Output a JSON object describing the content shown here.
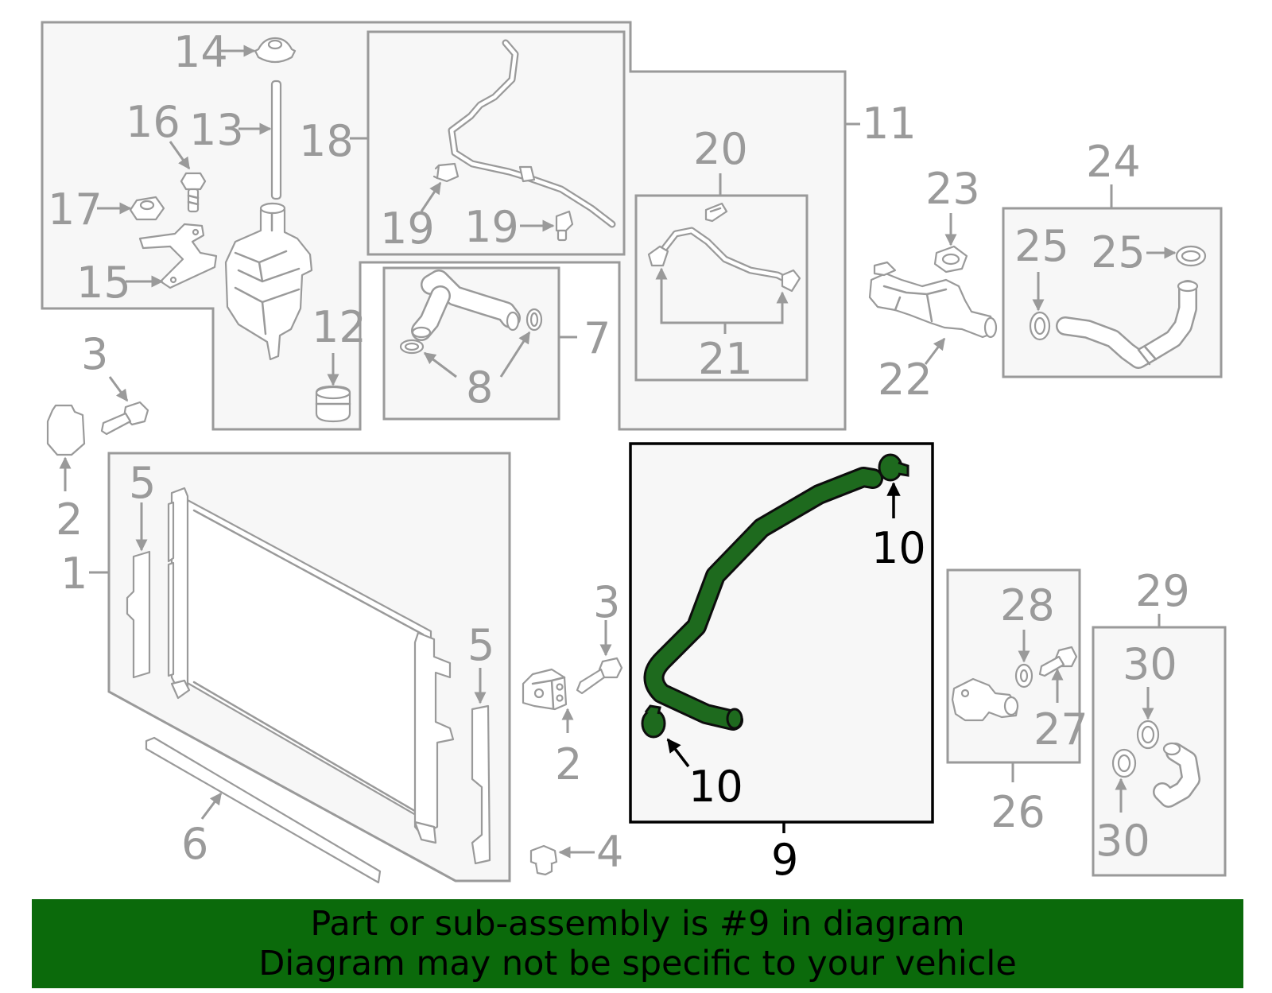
{
  "colors": {
    "highlight": "#1e6a1e",
    "banner_bg": "#0b6a0b",
    "part_outline": "#9a9a9a",
    "box_fill": "#f7f7f7"
  },
  "callouts": {
    "c1": "1",
    "c2a": "2",
    "c2b": "2",
    "c3a": "3",
    "c3b": "3",
    "c4": "4",
    "c5a": "5",
    "c5b": "5",
    "c6": "6",
    "c7": "7",
    "c8": "8",
    "c9": "9",
    "c10a": "10",
    "c10b": "10",
    "c11": "11",
    "c12": "12",
    "c13": "13",
    "c14": "14",
    "c15": "15",
    "c16": "16",
    "c17": "17",
    "c18": "18",
    "c19a": "19",
    "c19b": "19",
    "c20": "20",
    "c21": "21",
    "c22": "22",
    "c23": "23",
    "c24": "24",
    "c25a": "25",
    "c25b": "25",
    "c26": "26",
    "c27": "27",
    "c28": "28",
    "c29": "29",
    "c30a": "30",
    "c30b": "30"
  },
  "banner": {
    "line1": "Part or sub-assembly is #9 in diagram",
    "line2": "Diagram may not be specific to your vehicle"
  }
}
